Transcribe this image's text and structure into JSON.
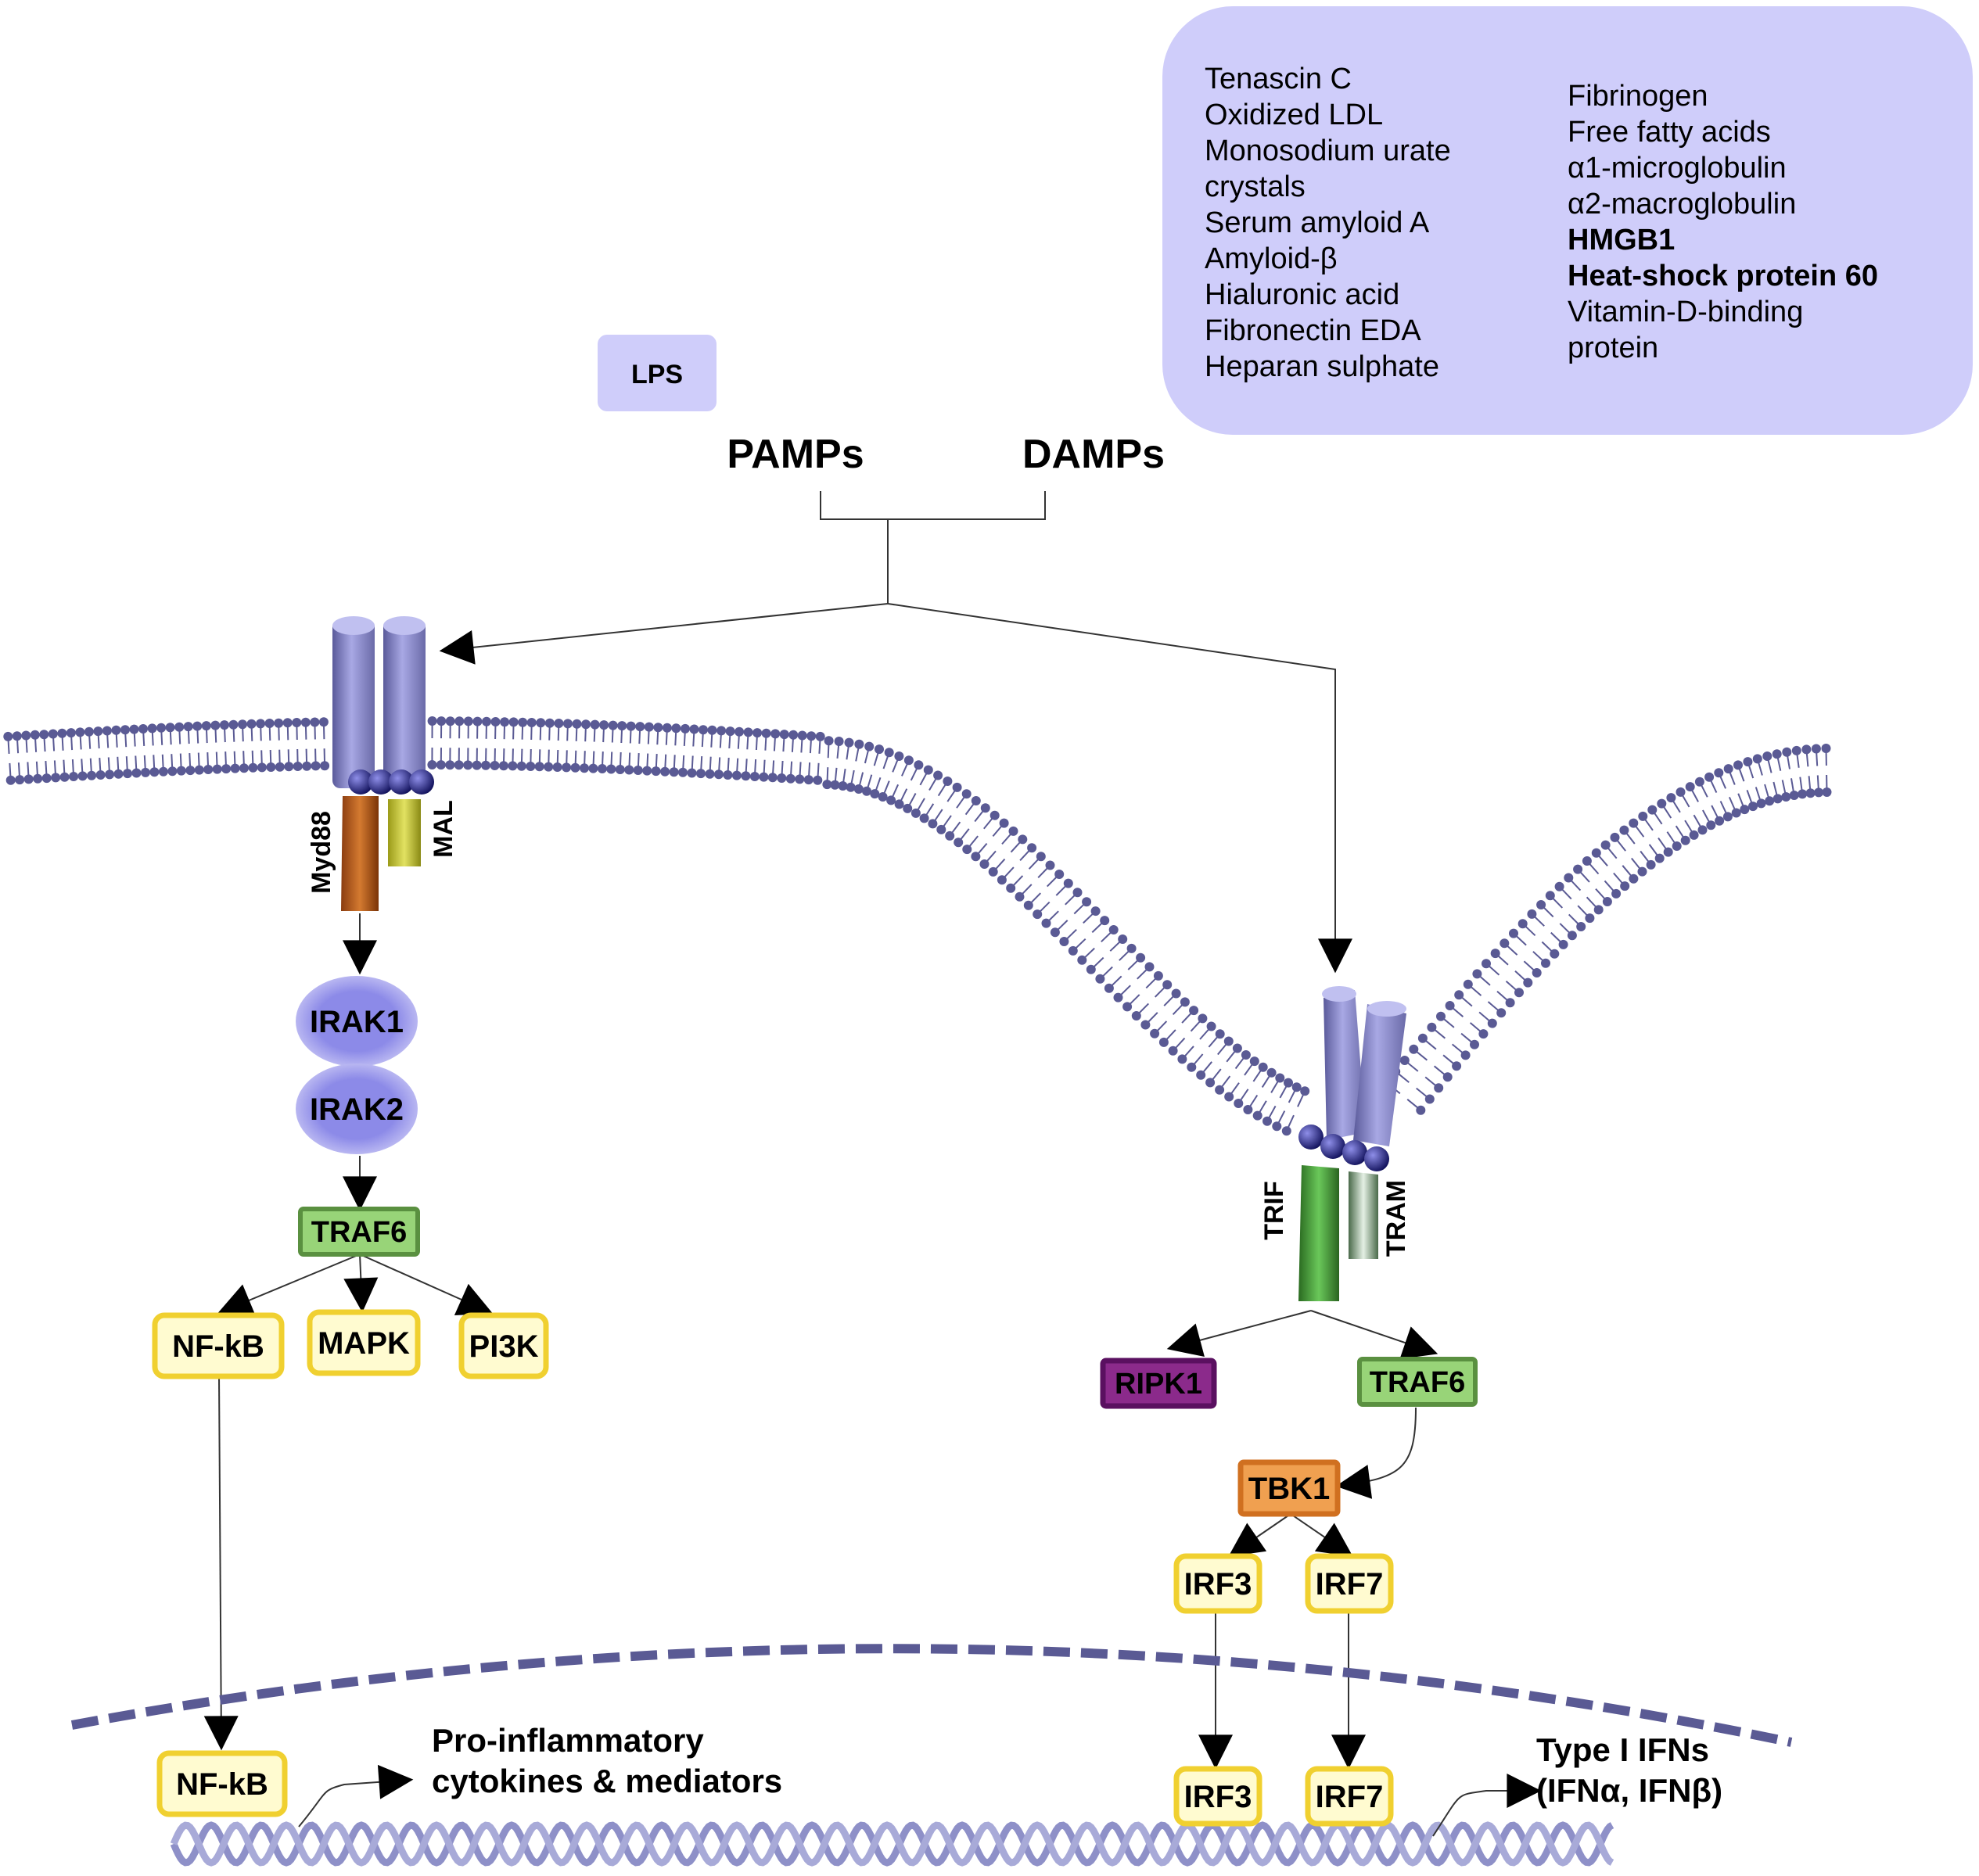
{
  "stimuli": {
    "lps": "LPS",
    "pamps": "PAMPs",
    "damps": "DAMPs"
  },
  "damps_list": {
    "left": [
      "Tenascin C",
      "Oxidized LDL",
      "Monosodium urate",
      "crystals",
      "Serum amyloid A",
      "Amyloid-β",
      "Hialuronic acid",
      "Fibronectin EDA",
      "Heparan sulphate"
    ],
    "right": [
      "Fibrinogen",
      "Free fatty acids",
      "α1-microglobulin",
      "α2-macroglobulin"
    ],
    "right_bold": [
      "HMGB1",
      "Heat-shock protein 60"
    ],
    "right_tail": [
      "Vitamin-D-binding",
      "protein"
    ]
  },
  "myd88_pathway": {
    "adaptor1": "Myd88",
    "adaptor2": "MAL",
    "kinase1": "IRAK1",
    "kinase2": "IRAK2",
    "traf": "TRAF6",
    "effectors": [
      "NF-kB",
      "MAPK",
      "PI3K"
    ],
    "nuclear": "NF-kB",
    "output_line1": "Pro-inflammatory",
    "output_line2": "cytokines & mediators"
  },
  "trif_pathway": {
    "adaptor1": "TRIF",
    "adaptor2": "TRAM",
    "ripk": "RIPK1",
    "traf": "TRAF6",
    "tbk": "TBK1",
    "irfs": [
      "IRF3",
      "IRF7"
    ],
    "nuclear": [
      "IRF3",
      "IRF7"
    ],
    "output_line1": "Type I IFNs",
    "output_line2": "(IFNα, IFNβ)"
  },
  "colors": {
    "damps_box": "#cfcdfa",
    "receptor": "#8c8cd0",
    "irak": "#8c8ae8",
    "traf": "#8cc86c",
    "effector_fill": "#fffbd0",
    "effector_border": "#f0d030",
    "ripk": "#8b2a8b",
    "tbk": "#f0a050",
    "membrane": "#5a5a94",
    "dna": "#8e90c8"
  }
}
